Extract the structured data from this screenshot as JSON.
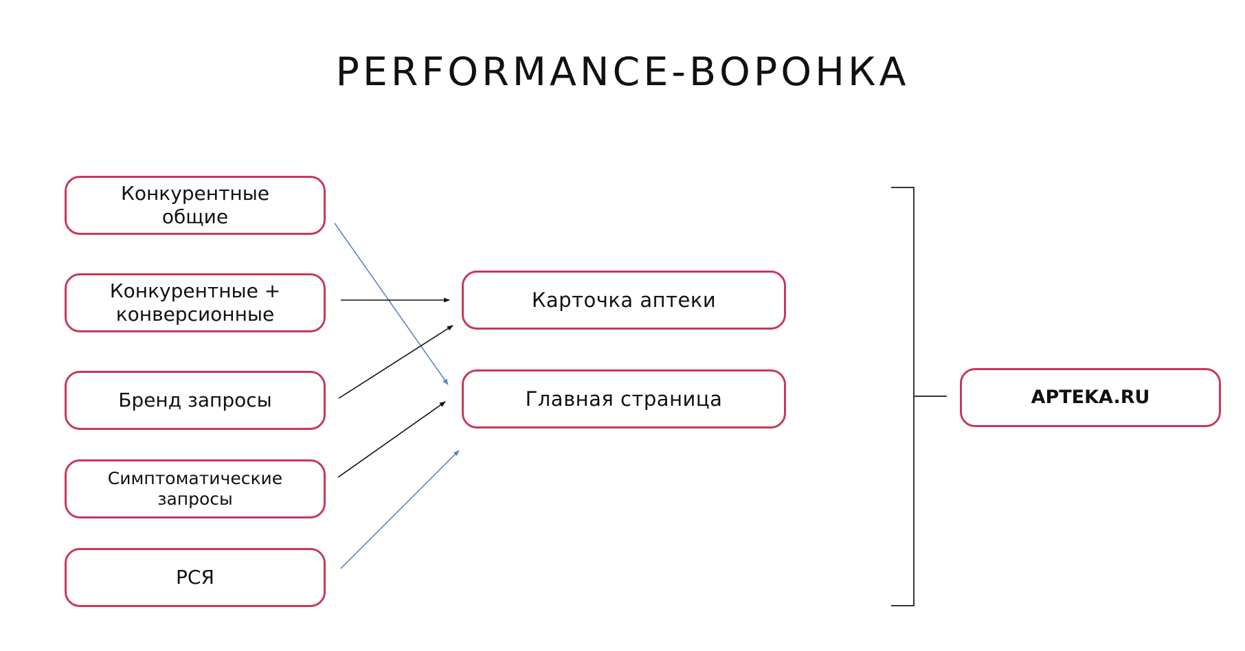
{
  "title": "PERFORMANCE-ВОРОНКА",
  "sources": [
    {
      "lines": [
        "Конкурентные",
        "общие"
      ]
    },
    {
      "lines": [
        "Конкурентные +",
        "конверсионные"
      ]
    },
    {
      "lines": [
        "Бренд запросы"
      ]
    },
    {
      "lines": [
        "Симптоматические",
        "запросы"
      ]
    },
    {
      "lines": [
        "РСЯ"
      ]
    }
  ],
  "destinations": [
    {
      "label": "Карточка аптеки"
    },
    {
      "label": "Главная страница"
    }
  ],
  "final": {
    "label": "APTEKA.RU"
  },
  "colors": {
    "box_border": "#c8375a",
    "arrow_black": "#111111",
    "arrow_blue": "#5b85c4",
    "bracket": "#333333"
  }
}
